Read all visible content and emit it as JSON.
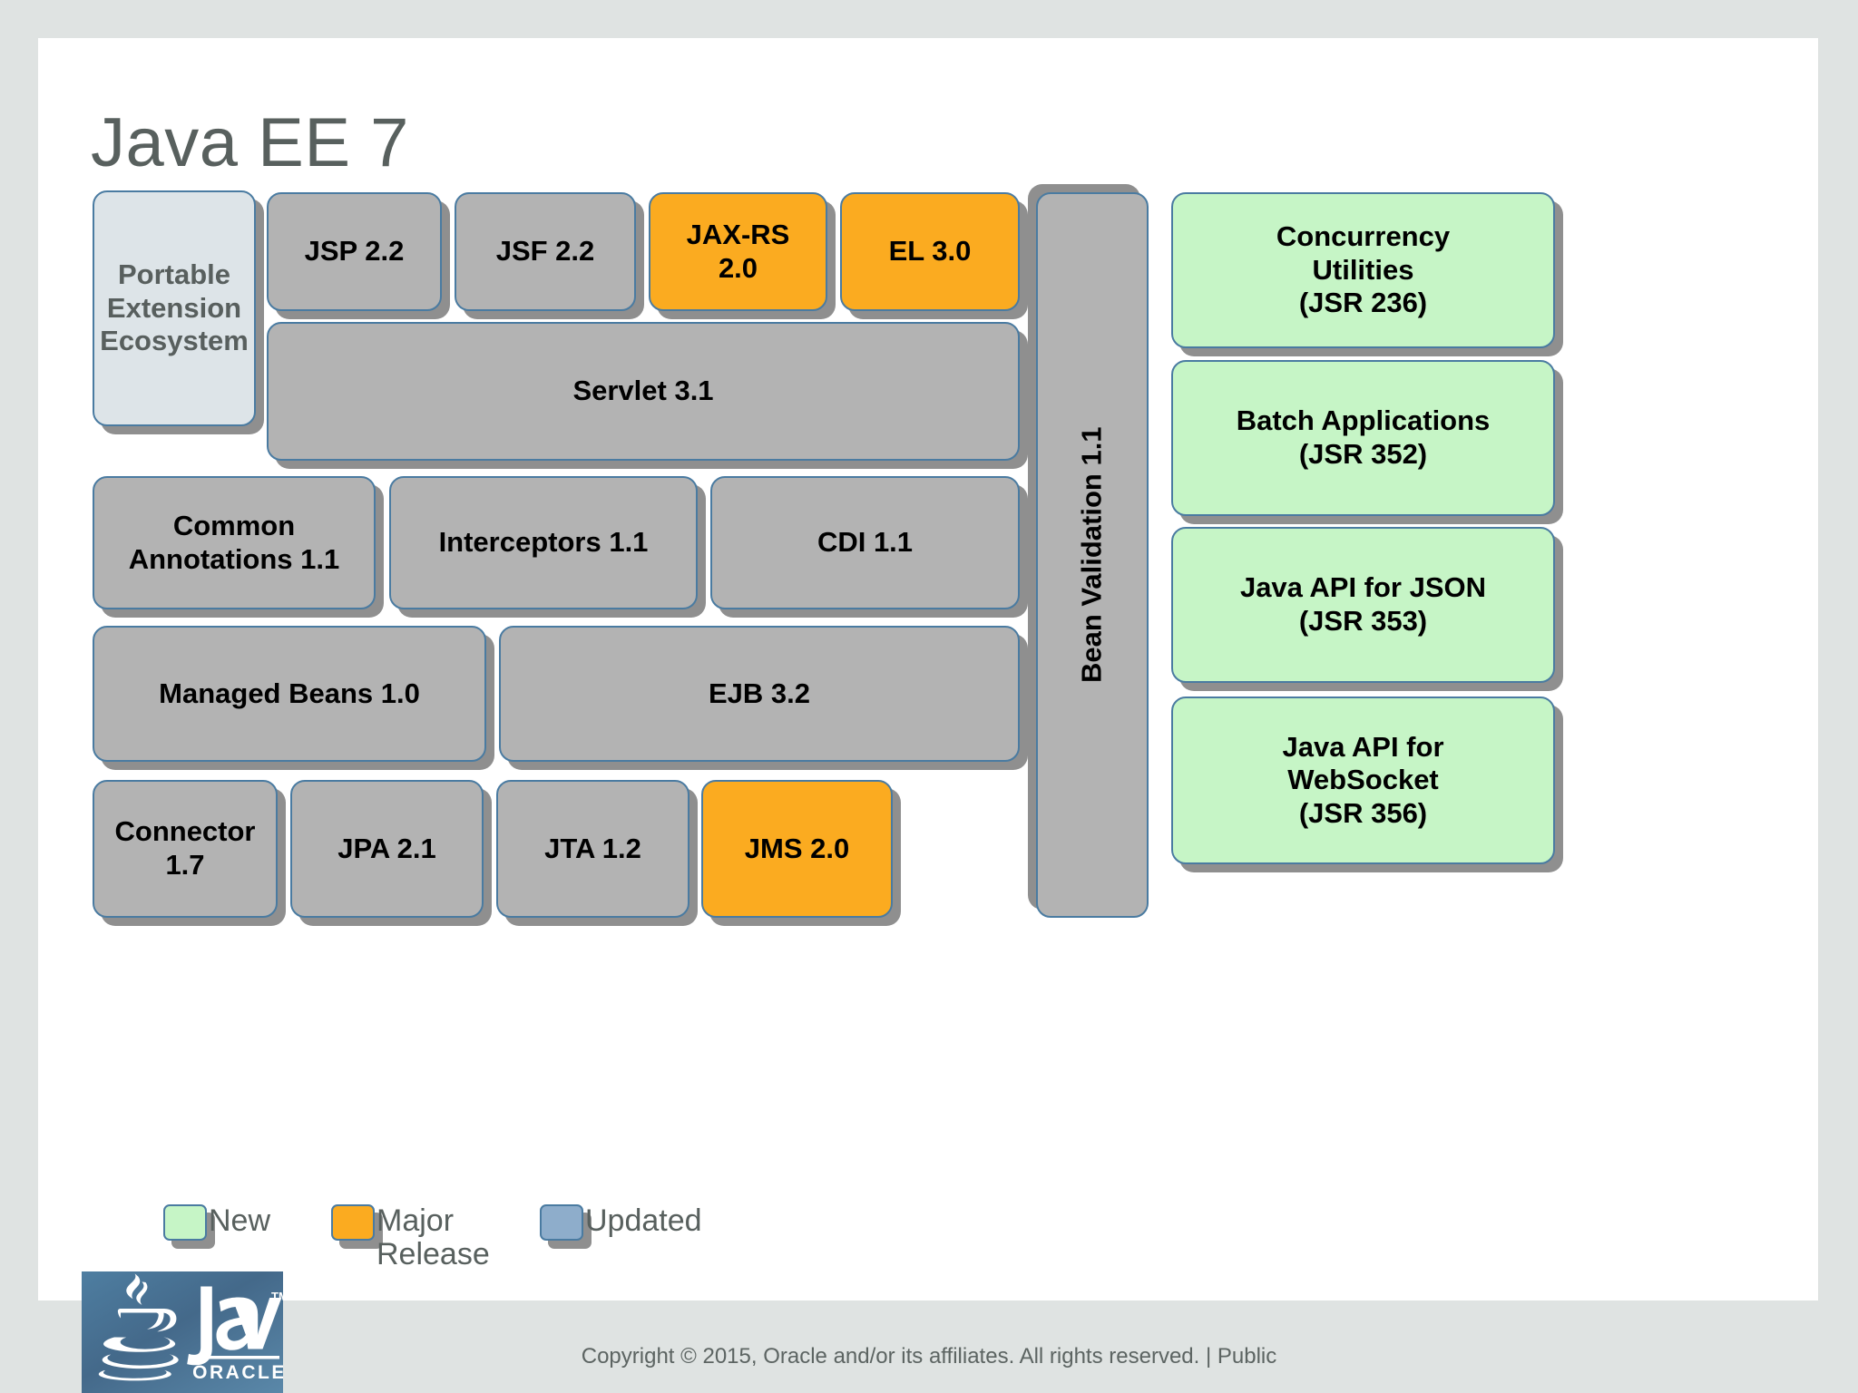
{
  "slide": {
    "title": "Java EE 7",
    "background_color": "#dfe3e2",
    "canvas_color": "#ffffff"
  },
  "palette": {
    "grey": "#b3b3b3",
    "orange": "#fbab20",
    "green": "#c6f5c6",
    "pale_blue_grey": "#dde4e8",
    "legend_blue": "#8eadcb",
    "border": "#4a7ba1",
    "title_text": "#58605e"
  },
  "boxes": [
    {
      "id": "portable-extension-ecosystem",
      "label": "Portable\nExtension\nEcosystem",
      "color": "pale"
    },
    {
      "id": "jsp",
      "label": "JSP 2.2",
      "color": "grey"
    },
    {
      "id": "jsf",
      "label": "JSF 2.2",
      "color": "grey"
    },
    {
      "id": "jaxrs",
      "label": "JAX-RS\n2.0",
      "color": "orange"
    },
    {
      "id": "el",
      "label": "EL 3.0",
      "color": "orange"
    },
    {
      "id": "servlet",
      "label": "Servlet 3.1",
      "color": "grey"
    },
    {
      "id": "common-annotations",
      "label": "Common\nAnnotations 1.1",
      "color": "grey"
    },
    {
      "id": "interceptors",
      "label": "Interceptors 1.1",
      "color": "grey"
    },
    {
      "id": "cdi",
      "label": "CDI 1.1",
      "color": "grey"
    },
    {
      "id": "managed-beans",
      "label": "Managed Beans 1.0",
      "color": "grey"
    },
    {
      "id": "ejb",
      "label": "EJB 3.2",
      "color": "grey"
    },
    {
      "id": "connector",
      "label": "Connector\n1.7",
      "color": "grey"
    },
    {
      "id": "jpa",
      "label": "JPA 2.1",
      "color": "grey"
    },
    {
      "id": "jta",
      "label": "JTA 1.2",
      "color": "grey"
    },
    {
      "id": "jms",
      "label": "JMS 2.0",
      "color": "orange"
    },
    {
      "id": "bean-validation",
      "label": "Bean Validation 1.1",
      "color": "grey",
      "orientation": "vertical"
    },
    {
      "id": "concurrency-utilities",
      "label": "Concurrency\nUtilities\n(JSR 236)",
      "color": "green"
    },
    {
      "id": "batch-applications",
      "label": "Batch Applications\n(JSR 352)",
      "color": "green"
    },
    {
      "id": "java-api-json",
      "label": "Java API for JSON\n(JSR 353)",
      "color": "green"
    },
    {
      "id": "java-api-websocket",
      "label": "Java API for\nWebSocket\n(JSR 356)",
      "color": "green"
    }
  ],
  "legend": {
    "items": [
      {
        "id": "legend-new",
        "label": "New",
        "color": "green"
      },
      {
        "id": "legend-major-release",
        "label": "Major\nRelease",
        "color": "orange"
      },
      {
        "id": "legend-updated",
        "label": "Updated",
        "color": "blue"
      }
    ]
  },
  "footer": {
    "copyright": "Copyright © 2015, Oracle and/or its affiliates. All rights reserved.  |  Public",
    "logo_wordmark": "Java",
    "logo_trademark": "TM",
    "logo_subtext": "ORACLE"
  }
}
